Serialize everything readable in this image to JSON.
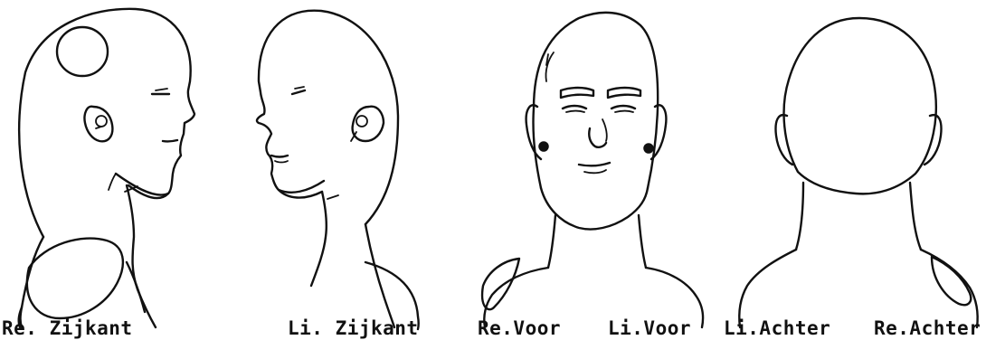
{
  "labels": {
    "re_zijkant": "Re. Zijkant",
    "li_zijkant": "Li. Zijkant",
    "re_voor": "Re.Voor",
    "li_voor": "Li.Voor",
    "li_achter": "Li.Achter",
    "re_achter": "Re.Achter"
  },
  "colors": {
    "ink": "#111111",
    "background": "#ffffff"
  }
}
